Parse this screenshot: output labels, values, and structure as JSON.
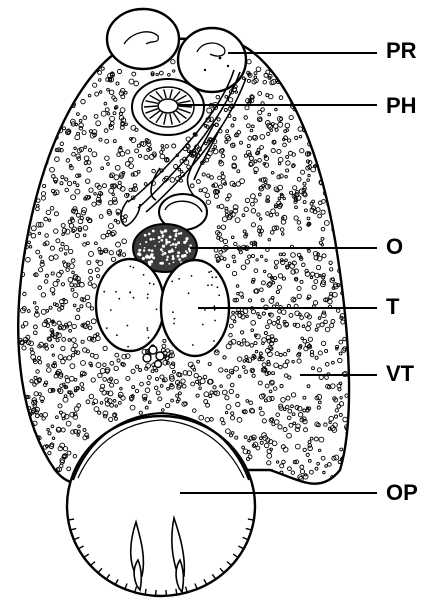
{
  "labels": {
    "pr": "PR",
    "ph": "PH",
    "o": "O",
    "t": "T",
    "vt": "VT",
    "op": "OP"
  },
  "colors": {
    "ink": "#000000",
    "paper": "#ffffff",
    "ovary_fill": "#3a3a3a"
  }
}
